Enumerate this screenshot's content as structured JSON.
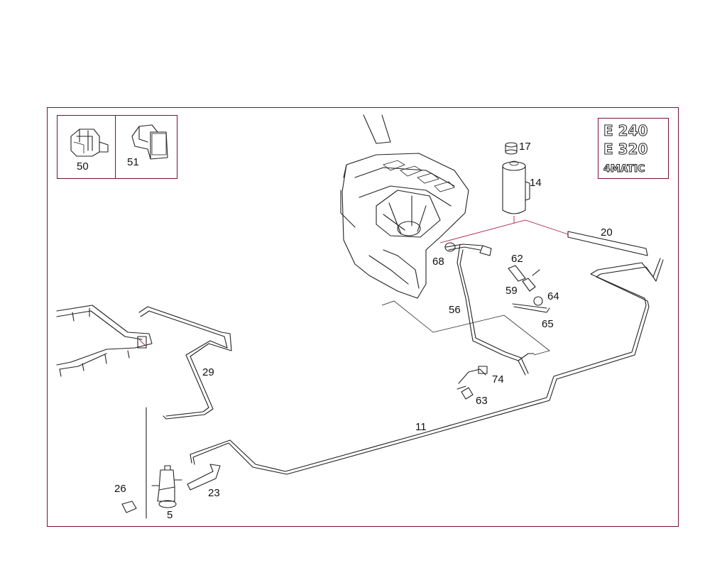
{
  "badges": [
    "E 240",
    "E 320",
    "4MATIC"
  ],
  "parts": [
    {
      "id": "p50",
      "label": "50"
    },
    {
      "id": "p51",
      "label": "51"
    },
    {
      "id": "p17",
      "label": "17"
    },
    {
      "id": "p14",
      "label": "14"
    },
    {
      "id": "p20",
      "label": "20"
    },
    {
      "id": "p62",
      "label": "62"
    },
    {
      "id": "p68",
      "label": "68"
    },
    {
      "id": "p59",
      "label": "59"
    },
    {
      "id": "p64",
      "label": "64"
    },
    {
      "id": "p56",
      "label": "56"
    },
    {
      "id": "p65",
      "label": "65"
    },
    {
      "id": "p29",
      "label": "29"
    },
    {
      "id": "p74",
      "label": "74"
    },
    {
      "id": "p63",
      "label": "63"
    },
    {
      "id": "p11",
      "label": "11"
    },
    {
      "id": "p26",
      "label": "26"
    },
    {
      "id": "p23",
      "label": "23"
    },
    {
      "id": "p5",
      "label": "5"
    }
  ],
  "colors": {
    "frame": "#7a1030",
    "line": "#222222",
    "accent": "#b0204a"
  }
}
